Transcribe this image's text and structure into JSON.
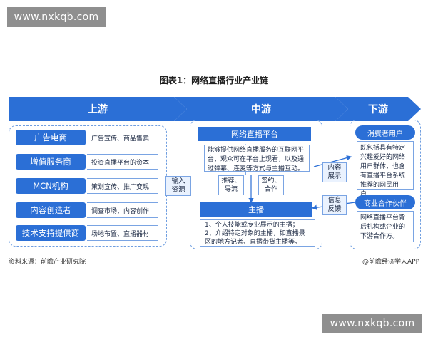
{
  "watermark_top": "www.nxkqb.com",
  "watermark_bottom": "www.nxkqb.com",
  "title": "图表1：网络直播行业产业链",
  "chevrons": {
    "up": "上游",
    "mid": "中游",
    "down": "下游"
  },
  "upstream": [
    {
      "label": "广告电商",
      "desc": "广告宣传、商品售卖"
    },
    {
      "label": "增值服务商",
      "desc": "投资直播平台的资本"
    },
    {
      "label": "MCN机构",
      "desc": "策划宣传、推广变现"
    },
    {
      "label": "内容创造者",
      "desc": "调查市场、内容创作"
    },
    {
      "label": "技术支持提供商",
      "desc": "场地布置、直播器材"
    }
  ],
  "link_input": "输入\n资源",
  "midstream": {
    "platform_title": "网络直播平台",
    "platform_desc": "能够提供网络直播服务的互联网平台，观众可在平台上观看，以及通过弹幕、连麦等方式与主播互动。",
    "recommend": "推荐、\n导流",
    "sign": "签约、\n合作",
    "host_title": "主播",
    "host_desc": "1、个人技能或专业展示的主播；\n2、介绍特定对象的主播，如直播景区的地方记者、直播带货主播等。"
  },
  "link_content": "内容\n展示",
  "link_feedback": "信息\n反馈",
  "downstream": {
    "consumer_title": "消费者用户",
    "consumer_desc": "既包括具有特定兴趣爱好的网络用户群体，也含有直播平台系统推荐的网民用户。",
    "partner_title": "商业合作伙伴",
    "partner_desc": "网络直播平台背后机构或企业的下游合作方。"
  },
  "footer_left": "资料来源：前瞻产业研究院",
  "footer_right": "@前瞻经济学人APP",
  "colors": {
    "accent": "#2b6fd6",
    "border": "#7aa4e3",
    "dash": "#6f9ee0"
  }
}
